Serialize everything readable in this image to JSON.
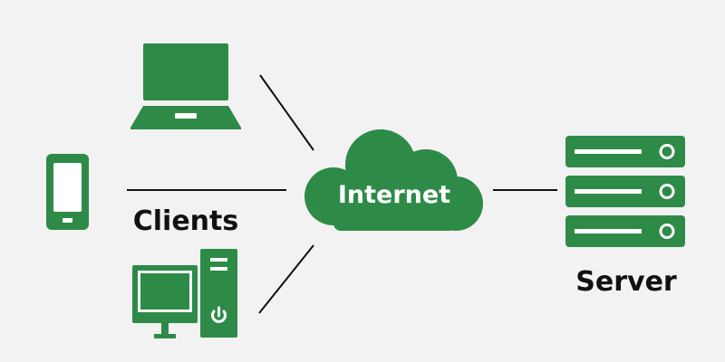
{
  "diagram": {
    "cloud_label": "Internet",
    "clients_label": "Clients",
    "server_label": "Server"
  },
  "colors": {
    "background": "#f2f2f2",
    "accent": "#2e8b47",
    "line": "#111111",
    "label": "#111111",
    "icon_detail": "#ffffff"
  },
  "icons": {
    "laptop": "laptop-icon",
    "phone": "smartphone-icon",
    "desktop": "desktop-computer-icon",
    "cloud": "cloud-icon",
    "server": "server-stack-icon"
  }
}
